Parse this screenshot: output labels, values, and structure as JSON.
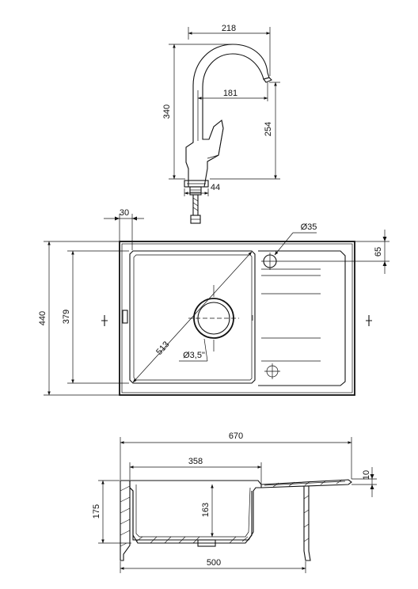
{
  "colors": {
    "line": "#111111",
    "background": "#ffffff"
  },
  "faucet": {
    "width": "218",
    "height": "340",
    "reach": "181",
    "spout_height": "254",
    "base_diameter": "44"
  },
  "sink_top": {
    "width": "440",
    "bowl_height": "379",
    "drainer_offset": "30",
    "tap_hole_diameter": "Ø35",
    "tap_hole_offset": "65",
    "diagonal": "513",
    "drain": "Ø3,5\""
  },
  "sink_side": {
    "overall_length": "670",
    "bowl_width": "358",
    "rim_thickness": "10",
    "depth": "175",
    "bowl_depth": "163",
    "base_width": "500"
  }
}
